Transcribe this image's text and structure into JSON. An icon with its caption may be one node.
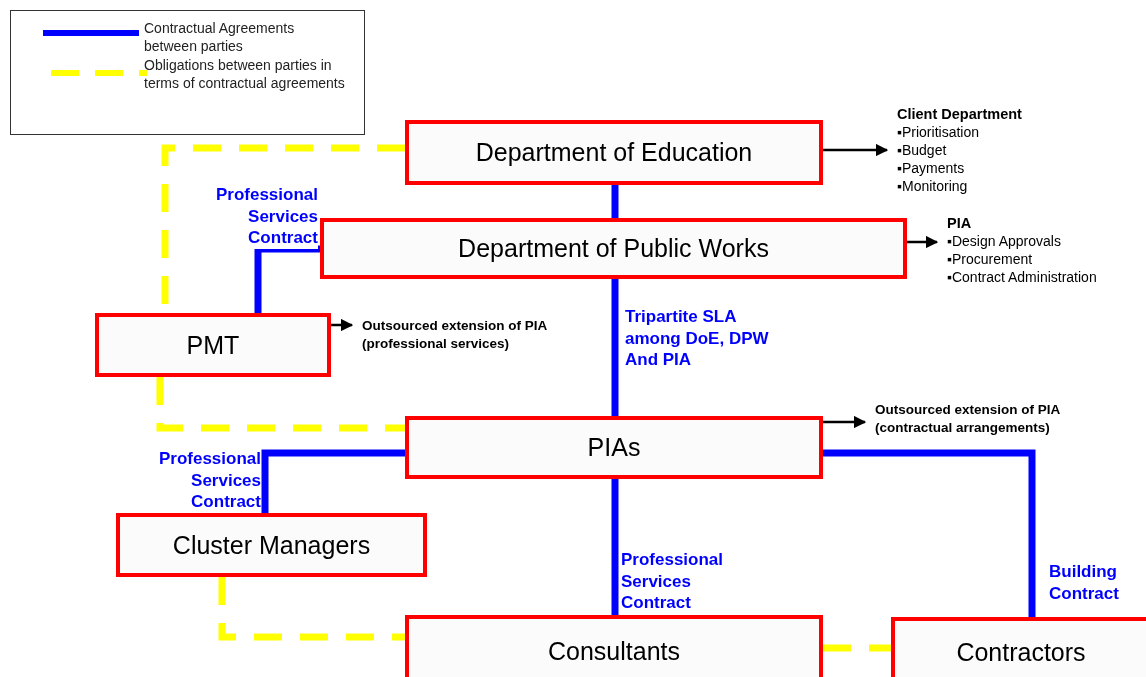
{
  "diagram": {
    "nodes": [
      {
        "text": [
          "Department of Education"
        ]
      },
      {
        "text": [
          "Department of Public Works"
        ]
      },
      {
        "text": [
          "PMT"
        ]
      },
      {
        "text": [
          "PIAs"
        ]
      },
      {
        "text": [
          "Cluster Managers"
        ]
      },
      {
        "text": [
          "Consultants"
        ]
      },
      {
        "text": [
          "Contractors"
        ]
      },
      {
        "text": [
          "Client Department",
          "▪Prioritisation",
          "▪Budget",
          "▪Payments",
          "▪Monitoring"
        ]
      },
      {
        "text": [
          "PIA",
          "▪Design Approvals",
          "▪Procurement",
          "▪Contract Administration"
        ]
      },
      {
        "text": [
          "Outsourced extension of PIA (professional services)"
        ]
      },
      {
        "text": [
          "Outsourced extension of PIA (contractual arrangements)"
        ]
      }
    ],
    "edges": [
      {
        "from": 0,
        "to": 7,
        "arrow": "to",
        "color": "#000000"
      },
      {
        "from": 1,
        "to": 8,
        "arrow": "to",
        "color": "#000000"
      },
      {
        "from": 2,
        "to": 9,
        "arrow": "to",
        "color": "#000000"
      },
      {
        "from": 3,
        "to": 10,
        "arrow": "to",
        "color": "#000000"
      },
      {
        "from": 0,
        "to": 1,
        "arrow": "none"
      },
      {
        "from": 1,
        "to": 2,
        "arrow": "none",
        "label": "Professional Services Contract"
      },
      {
        "from": 1,
        "to": 3,
        "arrow": "none",
        "label": "Tripartite SLA among DoE, DPW And PIA"
      },
      {
        "from": 3,
        "to": 4,
        "arrow": "none",
        "label": "Professional Services Contract"
      },
      {
        "from": 3,
        "to": 5,
        "arrow": "none",
        "label": "Professional Services Contract"
      },
      {
        "from": 3,
        "to": 6,
        "arrow": "none",
        "label": "Building Contract"
      },
      {
        "from": 0,
        "to": 2,
        "arrow": "none",
        "style": "dashed",
        "color": "#ffff00"
      },
      {
        "from": 2,
        "to": 3,
        "arrow": "none",
        "style": "dashed",
        "color": "#ffff00"
      },
      {
        "from": 4,
        "to": 5,
        "arrow": "none",
        "style": "dashed",
        "color": "#ffff00"
      },
      {
        "from": 5,
        "to": 6,
        "arrow": "none",
        "style": "dashed",
        "color": "#ffff00"
      }
    ],
    "legend": [
      {
        "text": "Contractual Agreements between parties"
      },
      {
        "text": "Obligations between parties in terms of contractual agreements"
      }
    ]
  }
}
